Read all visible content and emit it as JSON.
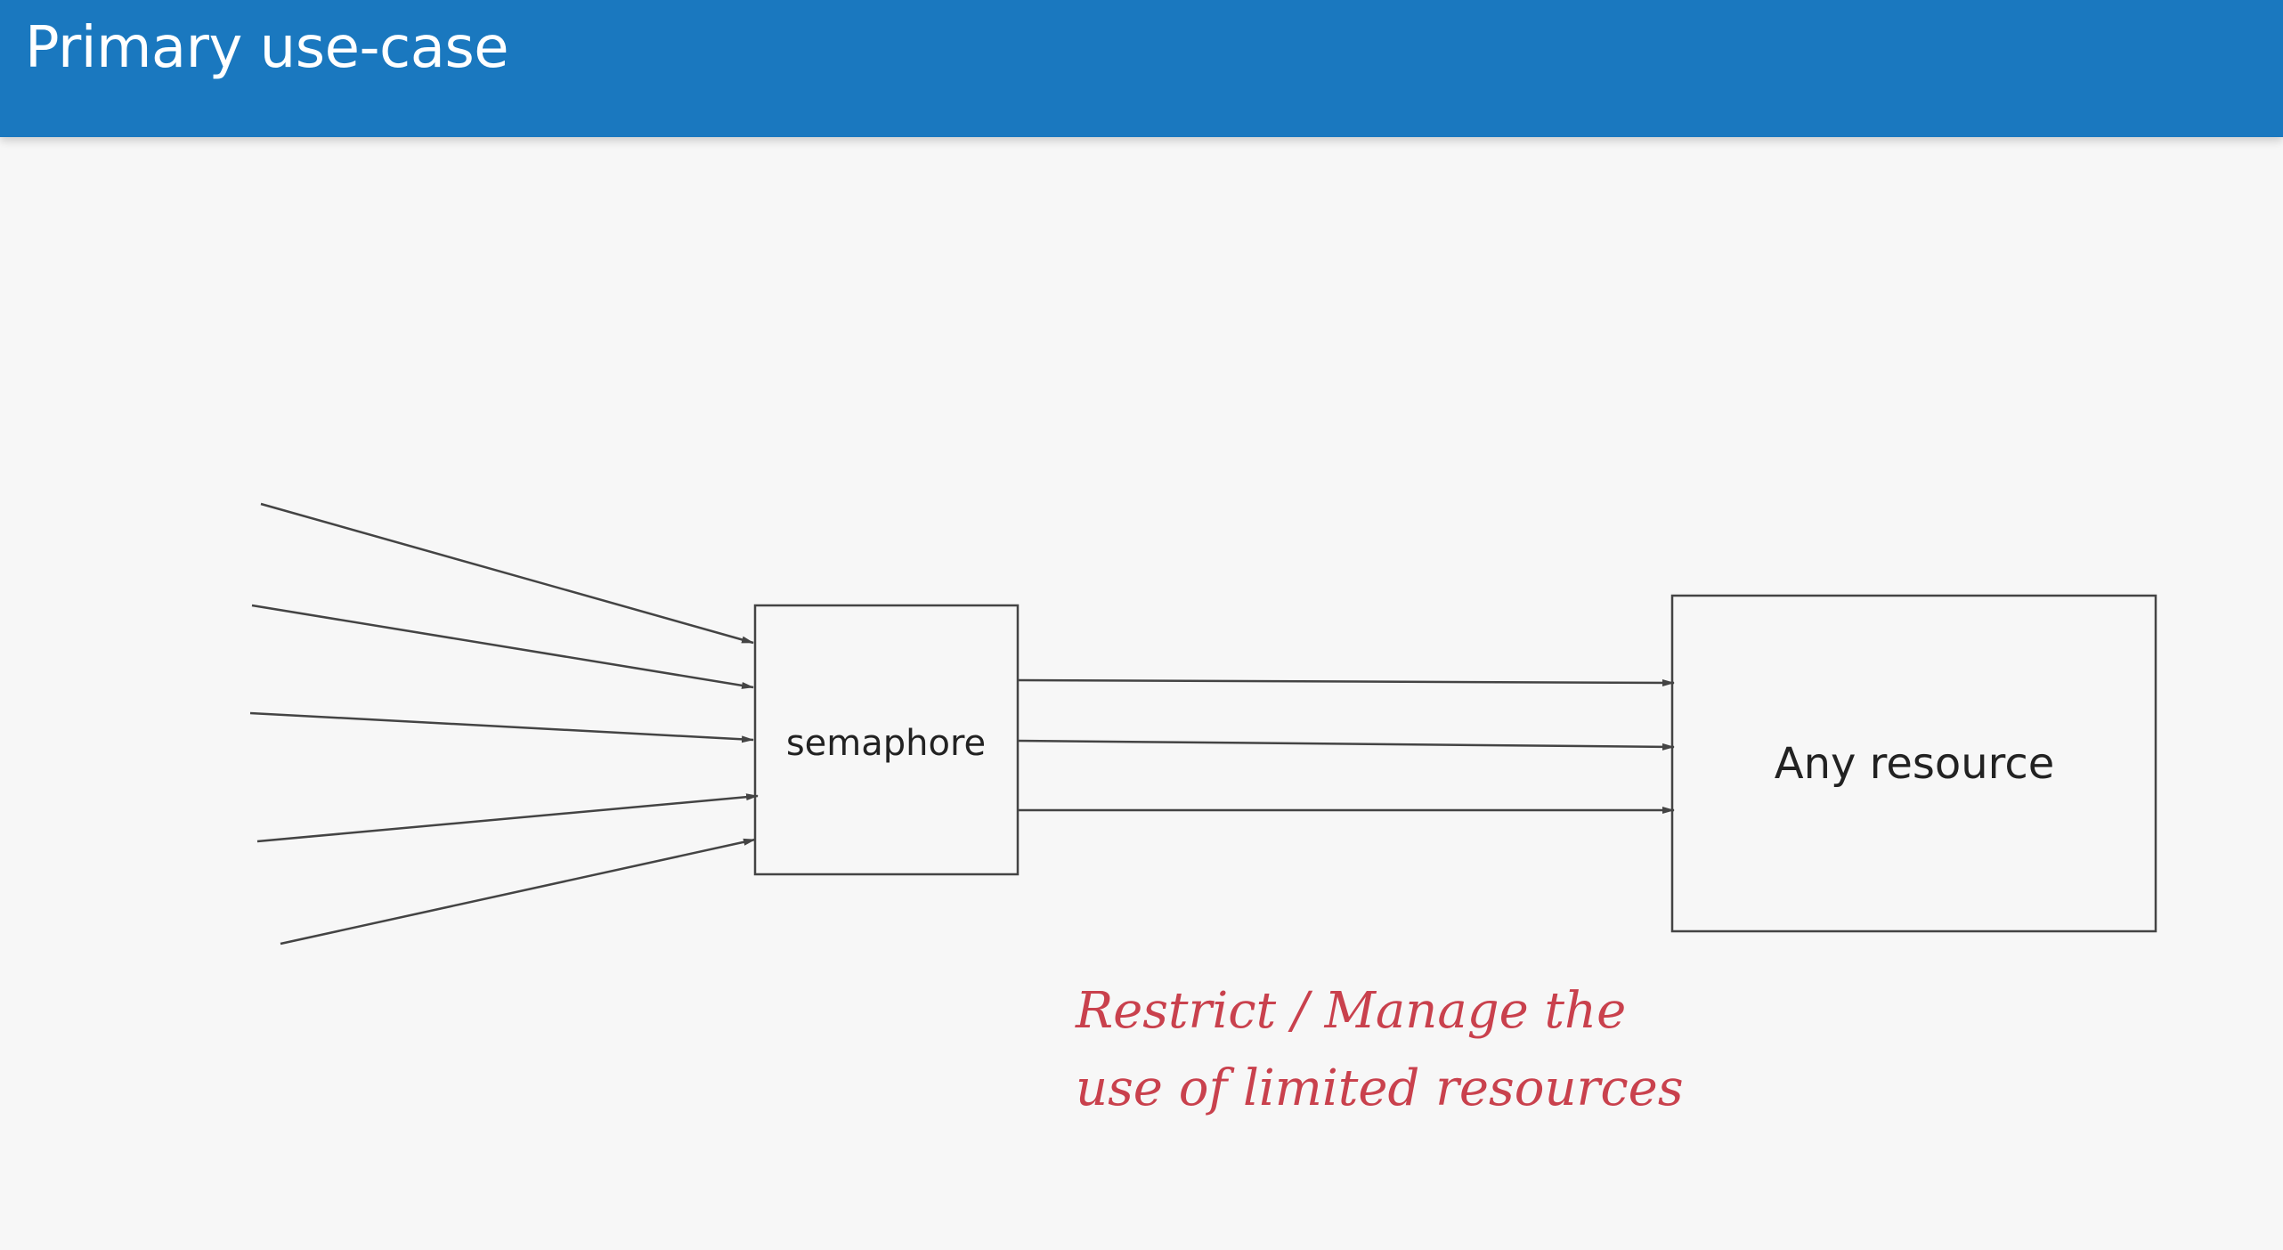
{
  "header": {
    "title": "Primary use-case"
  },
  "diagram": {
    "semaphore_label": "semaphore",
    "resource_label": "Any resource",
    "note_line1": "Restrict / Manage the",
    "note_line2": "use of limited resources"
  },
  "colors": {
    "header_bg": "#1a78bf",
    "background": "#f7f7f7",
    "stroke": "#444444",
    "note": "#c9414d"
  }
}
